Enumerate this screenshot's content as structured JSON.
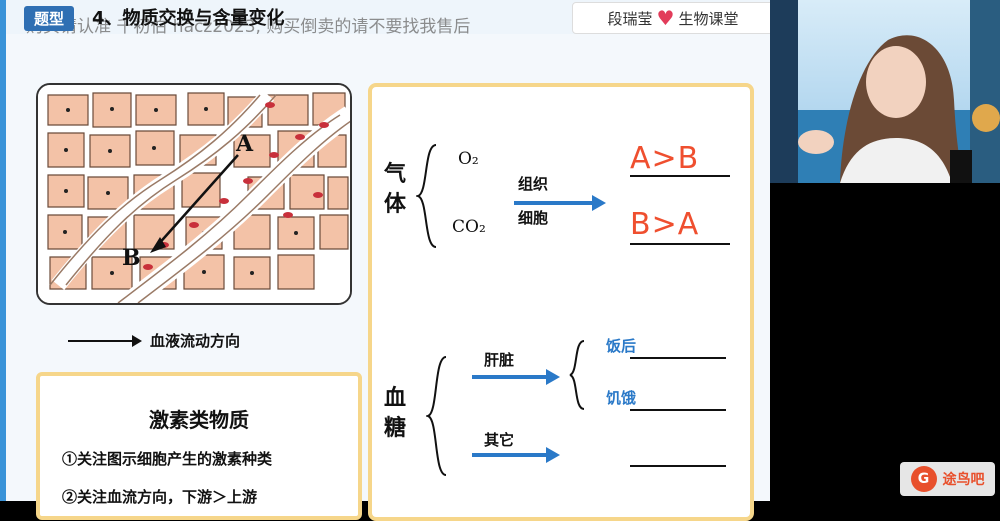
{
  "header": {
    "badge": "题型",
    "section_title": "4、物质交换与含量变化",
    "watermark": "购买请认准 千初伯 hacz2023, 购买倒卖的请不要找我售后",
    "brand_name": "段瑞莹",
    "brand_course": "生物课堂"
  },
  "diagram": {
    "label_a": "A",
    "label_b": "B",
    "legend_text": "血液流动方向"
  },
  "hormone": {
    "title": "激素类物质",
    "item1": "①关注图示细胞产生的激素种类",
    "item2": "②关注血流方向，下游＞上游"
  },
  "gas": {
    "label_line1": "气",
    "label_line2": "体",
    "o2": "O₂",
    "co2": "CO₂",
    "arrow_label_line1": "组织",
    "arrow_label_line2": "细胞",
    "answer1": "A>B",
    "answer2": "B>A"
  },
  "blood_sugar": {
    "label_line1": "血",
    "label_line2": "糖",
    "liver": "肝脏",
    "after_meal": "饭后",
    "hungry": "饥饿",
    "other": "其它"
  },
  "watermark_logo": {
    "text": "途鸟吧"
  },
  "colors": {
    "accent_blue": "#2a79c8",
    "answer_red": "#ef4f2f",
    "box_border": "#f6d68a"
  }
}
